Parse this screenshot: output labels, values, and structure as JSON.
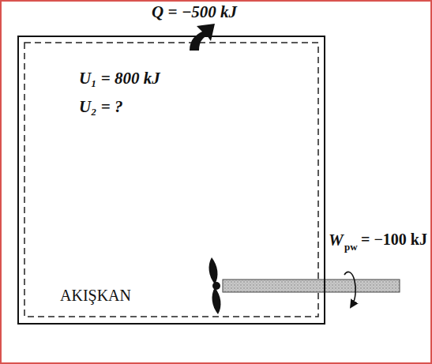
{
  "diagram": {
    "nodes": [
      {
        "text": [
          "U₁ = 800 kJ",
          "U₂ = ?",
          "AKIŞKAN"
        ]
      }
    ],
    "labels": [
      "Q = −500 kJ",
      "W",
      "pw",
      "= −100 kJ"
    ]
  }
}
